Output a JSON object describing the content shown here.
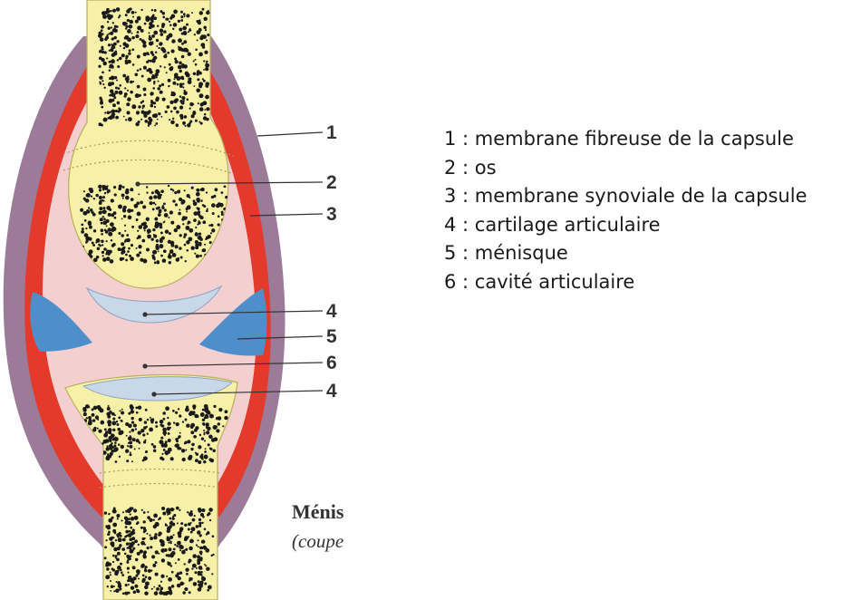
{
  "diagram": {
    "callout_numbers": [
      "1",
      "2",
      "3",
      "4",
      "5",
      "6",
      "4"
    ],
    "caption": {
      "line1": "Ménis",
      "line2": "(coupe"
    },
    "colors": {
      "fibrous_membrane": "#9c7b98",
      "synovial_membrane": "#e33a2b",
      "bone": "#f7f0a8",
      "spongy_bone": "#1a1a1a",
      "cartilage": "#c9d8e8",
      "meniscus": "#4e8fcb",
      "cavity": "#f3cfcf"
    }
  },
  "legend": {
    "items": [
      "1 : membrane fibreuse de la capsule",
      "2 : os",
      "3 : membrane synoviale de la capsule",
      "4 : cartilage articulaire",
      "5 : ménisque",
      "6 : cavité articulaire"
    ]
  }
}
